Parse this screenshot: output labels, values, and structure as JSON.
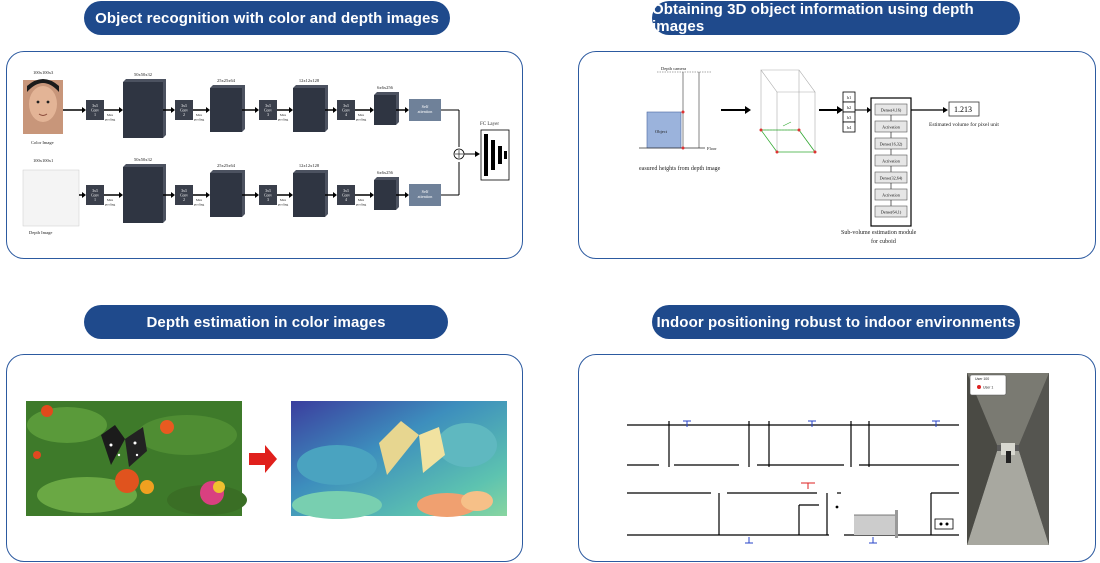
{
  "panels": [
    {
      "title": "Object recognition with color and depth images"
    },
    {
      "title": "Obtaining 3D object information using depth images"
    },
    {
      "title": "Depth estimation in color images"
    },
    {
      "title": "Indoor positioning robust to indoor environments"
    }
  ],
  "p1": {
    "dim_top": "100x100x3",
    "dim_bot": "100x100x1",
    "color_caption": "Color Image",
    "depth_caption": "Depth Image",
    "block_dims": [
      "50x50x32",
      "25x25x64",
      "12x12x128",
      "6x6x256"
    ],
    "conv": [
      "3x3\nConv\n1",
      "3x3\nConv\n2",
      "3x3\nConv\n3",
      "3x3\nConv\n4"
    ],
    "maxpool": "Max\npooling",
    "self_attention": "Self\nattention",
    "fc_layer": "FC Layer"
  },
  "p2": {
    "depth_camera": "Depth camera",
    "object": "Object",
    "floor": "Floor",
    "measured": "easured heights from depth image",
    "dense": [
      "Dense(4,16)",
      "Activation",
      "Dense(16,32)",
      "Activation",
      "Dense(32,64)",
      "Activation",
      "Dense(64,1)"
    ],
    "h_labels": [
      "h1",
      "h2",
      "h3",
      "h4"
    ],
    "value": "1.213",
    "value_caption": "Estimated volume for pixel unit",
    "module_caption_1": "Sub-volume estimation module",
    "module_caption_2": "for cuboid"
  },
  "p4": {
    "user_label": "User 100",
    "user_tag": "User 1"
  }
}
